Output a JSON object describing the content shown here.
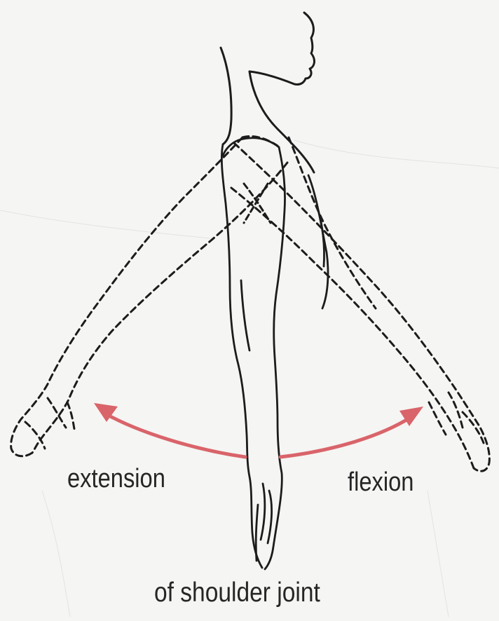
{
  "figure": {
    "label_left": "extension",
    "label_right": "flexion",
    "caption": "of shoulder joint"
  },
  "colors": {
    "background": "#f5f5f3",
    "ink": "#1c1c1c",
    "arrow": "#d9646a"
  },
  "icons": [
    "body-outline-icon",
    "arrow-extension-icon",
    "arrow-flexion-icon"
  ]
}
